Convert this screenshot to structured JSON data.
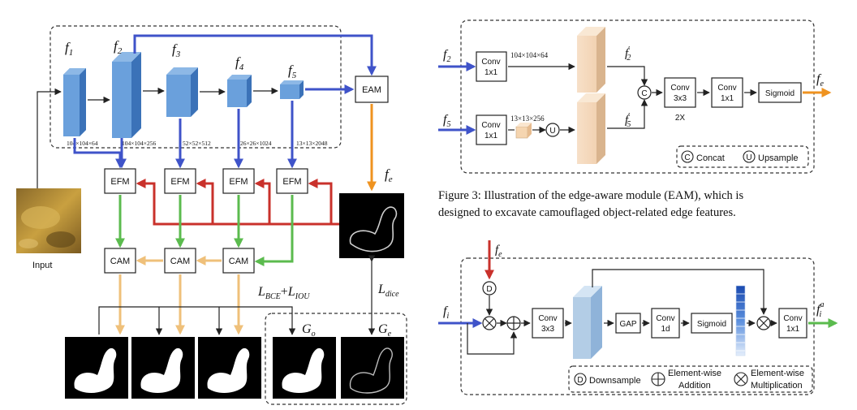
{
  "left": {
    "features": [
      "f",
      "f",
      "f",
      "f",
      "f"
    ],
    "feature_subs": [
      "1",
      "2",
      "3",
      "4",
      "5"
    ],
    "dims": [
      "104×104×64",
      "104×104×256",
      "52×52×512",
      "26×26×1024",
      "13×13×2048"
    ],
    "eam": "EAM",
    "efm": "EFM",
    "cam": "CAM",
    "input": "Input",
    "fe": "f",
    "fe_sub": "e",
    "loss_main": "L",
    "loss_bce_sub": "BCE",
    "loss_plus": "+",
    "loss_iou_sub": "IOU",
    "loss_dice_sub": "dice",
    "go": "G",
    "go_sub": "o",
    "ge": "G",
    "ge_sub": "e"
  },
  "eam_fig": {
    "f2": "f",
    "f2_sub": "2",
    "f5": "f",
    "f5_sub": "5",
    "conv": "Conv",
    "k1x1": "1x1",
    "k3x3": "3x3",
    "dim_top": "104×104×64",
    "dim_bot": "13×13×256",
    "f2p": "f",
    "f2p_sub": "2",
    "prime": "′",
    "f5p": "f",
    "f5p_sub": "5",
    "concat_sym": "C",
    "upsample_sym": "U",
    "sigmoid": "Sigmoid",
    "twox": "2X",
    "fe": "f",
    "fe_sub": "e",
    "legend_concat": "Concat",
    "legend_upsample": "Upsample"
  },
  "caption": {
    "line1": "Figure 3: Illustration of the edge-aware module (EAM), which is",
    "line2": "designed to excavate camouflaged object-related edge features."
  },
  "efm_fig": {
    "fe": "f",
    "fe_sub": "e",
    "fi": "f",
    "fi_sub": "i",
    "fia": "f",
    "fia_sub": "i",
    "fia_sup": "a",
    "down_sym": "D",
    "conv": "Conv",
    "k3x3": "3x3",
    "gap": "GAP",
    "k1d": "1d",
    "sigmoid": "Sigmoid",
    "k1x1": "1x1",
    "legend_down": "Downsample",
    "legend_add_1": "Element-wise",
    "legend_add_2": "Addition",
    "legend_mul_1": "Element-wise",
    "legend_mul_2": "Multiplication"
  },
  "colors": {
    "feature_blue": "#5b93d3",
    "arrow_blue": "#3f53c9",
    "arrow_red": "#c9312b",
    "arrow_green": "#5bbb4e",
    "arrow_orange": "#ef9320",
    "arrow_yellow": "#efc07a"
  }
}
